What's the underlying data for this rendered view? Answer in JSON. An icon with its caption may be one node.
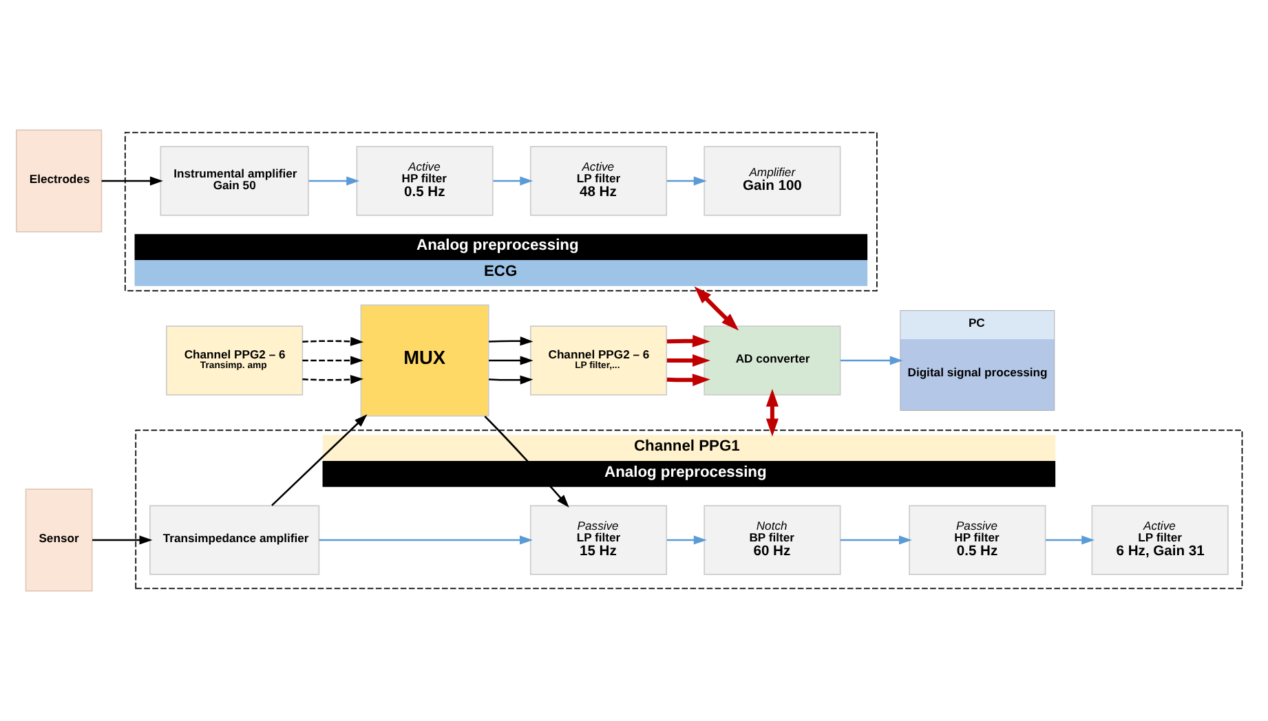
{
  "diagram": {
    "nodes": [
      {
        "text": [
          "Channel PPG1",
          "Analog preprocessing"
        ]
      },
      {
        "text": [
          "Transimpedance amplifier"
        ],
        "in": 0
      },
      {
        "text": [
          "Passive",
          "LP filter",
          "15 Hz"
        ],
        "in": 0
      },
      {
        "text": [
          "Notch",
          "BP filter",
          "60 Hz"
        ],
        "in": 0
      },
      {
        "text": [
          "Passive",
          "HP filter",
          "0.5 Hz"
        ],
        "in": 0
      },
      {
        "text": [
          "Active",
          "LP filter",
          "6 Hz, Gain 31"
        ],
        "in": 0
      },
      {
        "text": [
          "Sensor"
        ]
      },
      {
        "text": [
          "Channel PPG2 – 6",
          "Transimp. amp"
        ]
      },
      {
        "text": [
          "MUX"
        ]
      },
      {
        "text": [
          "Channel PPG2 – 6",
          "LP filter,..."
        ]
      },
      {
        "text": [
          "AD converter"
        ]
      },
      {
        "text": [
          "PC",
          "Digital signal processing"
        ]
      },
      {
        "text": [
          "Analog preprocessing",
          "ECG"
        ]
      },
      {
        "text": [
          "Instrumental amplifier",
          "Gain 50"
        ],
        "in": 12
      },
      {
        "text": [
          "Active",
          "HP filter",
          "0.5 Hz"
        ],
        "in": 12
      },
      {
        "text": [
          "Active",
          "LP filter",
          "48 Hz"
        ],
        "in": 12
      },
      {
        "text": [
          "Amplifier",
          "Gain 100"
        ],
        "in": 12
      },
      {
        "text": [
          "Electrodes"
        ]
      }
    ],
    "edges": [
      {
        "from": 6,
        "to": 1,
        "arrow": "to"
      },
      {
        "from": 1,
        "to": 2,
        "arrow": "to",
        "color": "#5b9bd5"
      },
      {
        "from": 2,
        "to": 3,
        "arrow": "to",
        "color": "#5b9bd5"
      },
      {
        "from": 3,
        "to": 4,
        "arrow": "to",
        "color": "#5b9bd5"
      },
      {
        "from": 4,
        "to": 5,
        "arrow": "to",
        "color": "#5b9bd5"
      },
      {
        "from": 1,
        "to": 8,
        "arrow": "to"
      },
      {
        "from": 8,
        "to": 2,
        "arrow": "to"
      },
      {
        "from": 7,
        "to": 8,
        "arrow": "to",
        "style": "dashed"
      },
      {
        "from": 7,
        "to": 8,
        "arrow": "to",
        "style": "dashed"
      },
      {
        "from": 7,
        "to": 8,
        "arrow": "to",
        "style": "dashed"
      },
      {
        "from": 8,
        "to": 9,
        "arrow": "to"
      },
      {
        "from": 8,
        "to": 9,
        "arrow": "to"
      },
      {
        "from": 8,
        "to": 9,
        "arrow": "to"
      },
      {
        "from": 9,
        "to": 10,
        "arrow": "to",
        "style": "thick",
        "color": "#c00000"
      },
      {
        "from": 9,
        "to": 10,
        "arrow": "to",
        "style": "thick",
        "color": "#c00000"
      },
      {
        "from": 9,
        "to": 10,
        "arrow": "to",
        "style": "thick",
        "color": "#c00000"
      },
      {
        "from": 0,
        "to": 10,
        "arrow": "both",
        "style": "thick",
        "color": "#c00000"
      },
      {
        "from": 10,
        "to": 11,
        "arrow": "to",
        "color": "#5b9bd5"
      },
      {
        "from": 12,
        "to": 10,
        "arrow": "both",
        "style": "thick",
        "color": "#c00000"
      },
      {
        "from": 17,
        "to": 13,
        "arrow": "to"
      },
      {
        "from": 13,
        "to": 14,
        "arrow": "to",
        "color": "#5b9bd5"
      },
      {
        "from": 14,
        "to": 15,
        "arrow": "to",
        "color": "#5b9bd5"
      },
      {
        "from": 15,
        "to": 16,
        "arrow": "to",
        "color": "#5b9bd5"
      }
    ]
  }
}
